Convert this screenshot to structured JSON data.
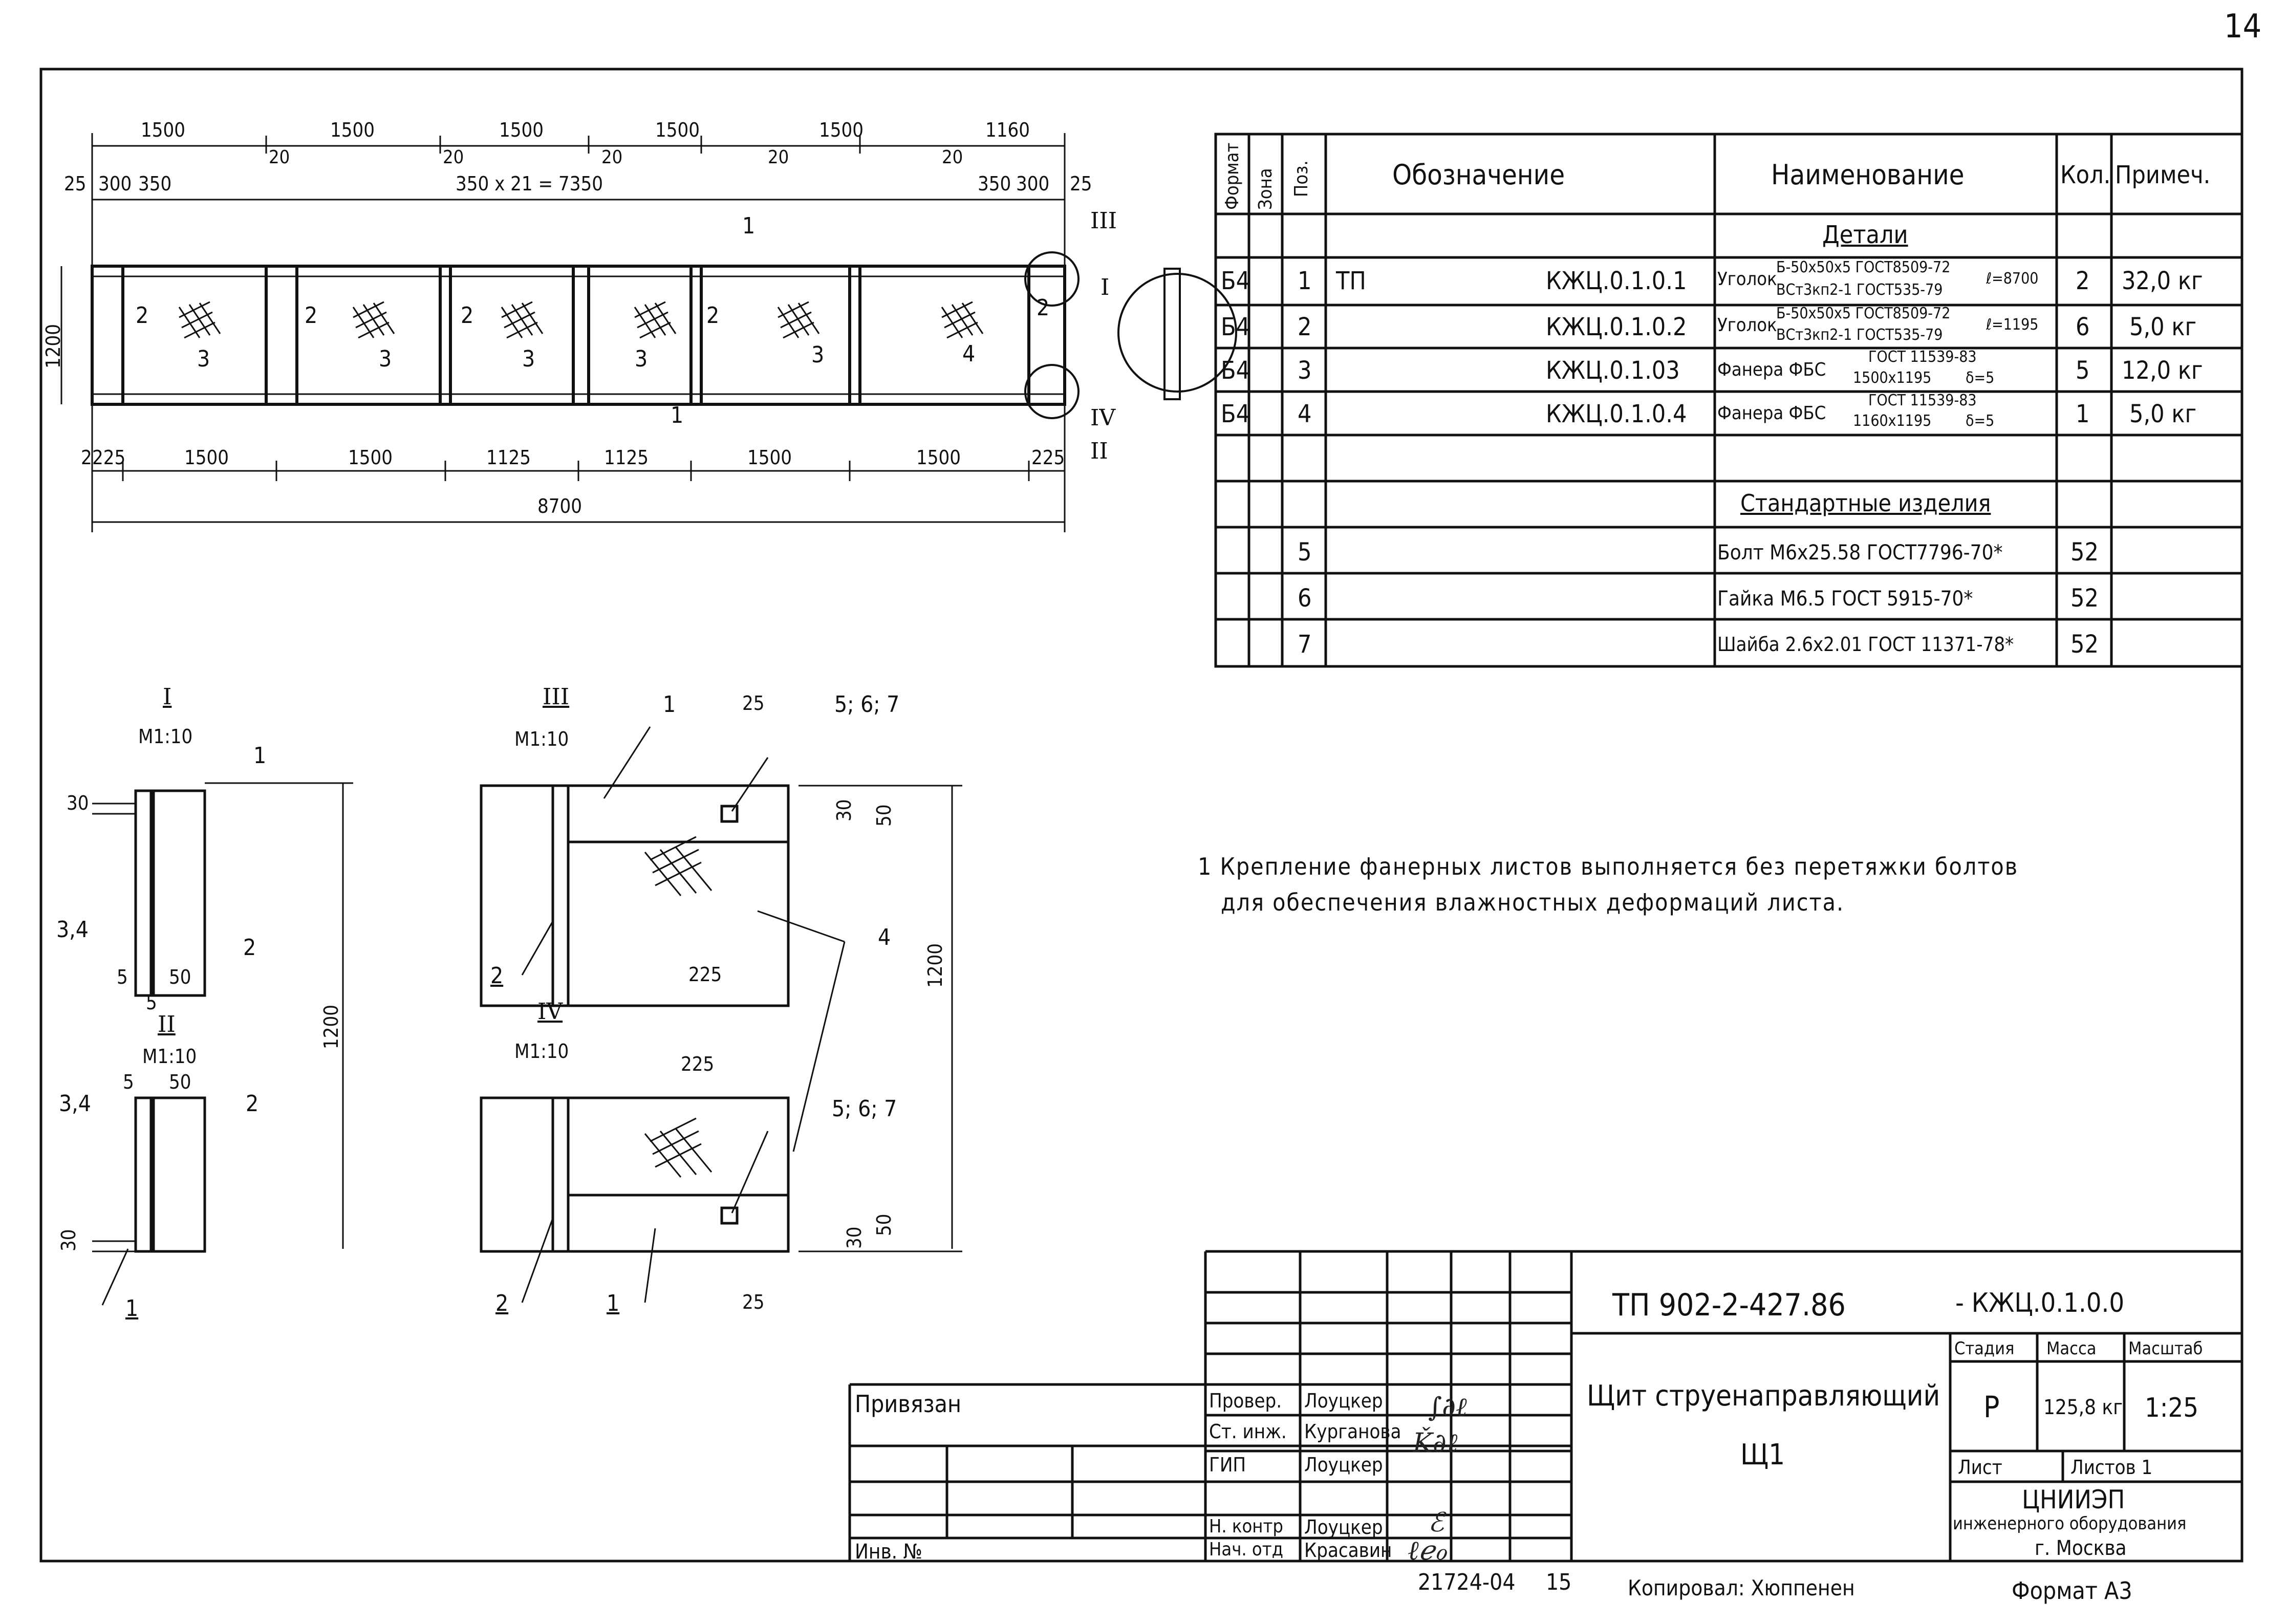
{
  "page_number": "14",
  "spec": {
    "headers": {
      "format": "Формат",
      "zone": "Зона",
      "pos": "Поз.",
      "designation": "Обозначение",
      "name": "Наименование",
      "qty": "Кол.",
      "note": "Примеч."
    },
    "section_details": "Детали",
    "section_standard": "Стандартные изделия",
    "rows": [
      {
        "format": "Б4",
        "pos": "1",
        "prefix": "ТП",
        "designation": "КЖЦ.0.1.0.1",
        "name": "Уголок",
        "name_top": "Б-50х50х5 ГОСТ8509-72",
        "name_bottom": "ВСт3кп2-1 ГОСТ535-79",
        "name_len": "ℓ=8700",
        "qty": "2",
        "note": "32,0 кг"
      },
      {
        "format": "Б4",
        "pos": "2",
        "designation": "КЖЦ.0.1.0.2",
        "name": "Уголок",
        "name_top": "Б-50х50х5 ГОСТ8509-72",
        "name_bottom": "ВСт3кп2-1 ГОСТ535-79",
        "name_len": "ℓ=1195",
        "qty": "6",
        "note": "5,0 кг"
      },
      {
        "format": "Б4",
        "pos": "3",
        "designation": "КЖЦ.0.1.03",
        "name": "Фанера ФБС",
        "name_top": "ГОСТ 11539-83",
        "name_bottom": "1500х1195",
        "name_len": "δ=5",
        "qty": "5",
        "note": "12,0 кг"
      },
      {
        "format": "Б4",
        "pos": "4",
        "designation": "КЖЦ.0.1.0.4",
        "name": "Фанера ФБС",
        "name_top": "ГОСТ 11539-83",
        "name_bottom": "1160х1195",
        "name_len": "δ=5",
        "qty": "1",
        "note": "5,0 кг"
      }
    ],
    "std_rows": [
      {
        "pos": "5",
        "name": "Болт М6х25.58 ГОСТ7796-70*",
        "qty": "52"
      },
      {
        "pos": "6",
        "name": "Гайка М6.5 ГОСТ 5915-70*",
        "qty": "52"
      },
      {
        "pos": "7",
        "name": "Шайба 2.6х2.01 ГОСТ 11371-78*",
        "qty": "52"
      }
    ]
  },
  "note_line1": "1 Крепление фанерных листов выполняется без перетяжки болтов",
  "note_line2": "для обеспечения влажностных деформаций листа.",
  "main_view": {
    "top_dims": [
      "1500",
      "1500",
      "1500",
      "1500",
      "1500",
      "1160"
    ],
    "gap": "20",
    "second_row": {
      "left1": "25",
      "left2": "300",
      "left3": "350",
      "mid": "350 х 21 = 7350",
      "right1": "350",
      "right2": "300",
      "right3": "25"
    },
    "height": "1200",
    "bottom_dims": [
      "225",
      "1500",
      "1500",
      "1125",
      "1125",
      "1500",
      "1500",
      "225"
    ],
    "bottom_lead": "2",
    "total": "8700",
    "leaders": {
      "pos1": "1",
      "pos2": "2",
      "pos3": "3",
      "pos4": "4"
    },
    "callouts": {
      "c1": "I",
      "c2": "II",
      "c3": "III",
      "c4": "IV"
    }
  },
  "details": {
    "d1": {
      "title": "I",
      "scale": "М1:10",
      "d30": "30",
      "d5": "5",
      "d50": "50",
      "l34": "3,4",
      "l1": "1",
      "l2": "2"
    },
    "d2": {
      "title": "II",
      "scale": "М1:10",
      "d5a": "5",
      "d5b": "5",
      "d50": "50",
      "d30": "30",
      "l34": "3,4",
      "l1": "1",
      "l2": "2",
      "h": "1200"
    },
    "d3": {
      "title": "III",
      "scale": "М1:10",
      "d25": "25",
      "d30": "30",
      "d50": "50",
      "d225": "225",
      "l1": "1",
      "l2": "2",
      "l567": "5; 6; 7",
      "l4": "4",
      "h": "1200"
    },
    "d4": {
      "title": "IV",
      "scale": "М1:10",
      "d225": "225",
      "d30": "30",
      "d50": "50",
      "d25": "25",
      "l1": "1",
      "l2": "2",
      "l567": "5; 6; 7"
    }
  },
  "title_block": {
    "code_left": "ТП 902-2-427.86",
    "code_right": "- КЖЦ.0.1.0.0",
    "privyazan": "Привязан",
    "inv": "Инв. №",
    "roles": [
      {
        "role": "Провер.",
        "name": "Лоуцкер"
      },
      {
        "role": "Ст. инж.",
        "name": "Курганова"
      },
      {
        "role": "ГИП",
        "name": "Лоуцкер"
      },
      {
        "role": "",
        "name": ""
      },
      {
        "role": "Н. контр",
        "name": "Лоуцкер"
      },
      {
        "role": "Нач. отд",
        "name": "Красавин"
      }
    ],
    "title_line1": "Щит струенаправляющий",
    "title_line2": "Щ1",
    "stage_label": "Стадия",
    "mass_label": "Масса",
    "scale_label": "Масштаб",
    "stage": "Р",
    "mass": "125,8 кг",
    "scale": "1:25",
    "sheet_label": "Лист",
    "sheets_label": "Листов 1",
    "org1": "ЦНИИЭП",
    "org2": "инженерного оборудования",
    "org3": "г. Москва"
  },
  "footer": {
    "number": "21724-04",
    "sheet": "15",
    "copied": "Копировал: Хюппенен",
    "format": "Формат А3"
  }
}
